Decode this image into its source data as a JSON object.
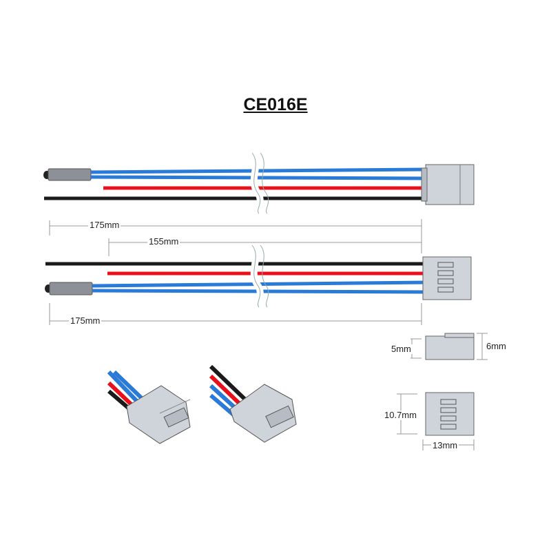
{
  "title": "CE016E",
  "dimensions": {
    "total_length_top": "175mm",
    "short_length": "155mm",
    "total_length_bottom": "175mm",
    "side_height_left": "5mm",
    "side_height_right": "6mm",
    "front_height": "10.7mm",
    "front_width": "13mm"
  },
  "colors": {
    "wire_blue": "#2a7ad8",
    "wire_red": "#e8101a",
    "wire_black": "#1a1a1a",
    "connector": "#cfd3da",
    "sleeve": "#8d9096",
    "dim_line": "#999999"
  }
}
